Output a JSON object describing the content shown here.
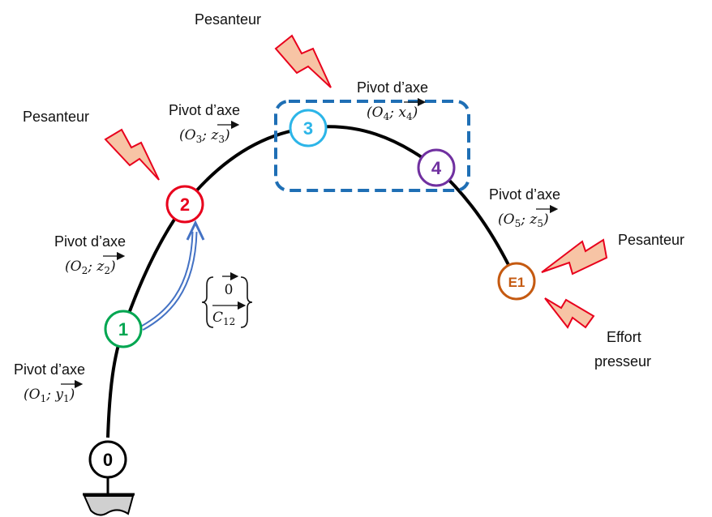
{
  "nodes": [
    {
      "id": "n0",
      "label": "0",
      "color": "#000000"
    },
    {
      "id": "n1",
      "label": "1",
      "color": "#00a651"
    },
    {
      "id": "n2",
      "label": "2",
      "color": "#e8001c"
    },
    {
      "id": "n3",
      "label": "3",
      "color": "#2cb5e8"
    },
    {
      "id": "n4",
      "label": "4",
      "color": "#7030a0"
    },
    {
      "id": "e1",
      "label": "E1",
      "color": "#c55a11"
    }
  ],
  "joints": {
    "j1": {
      "title": "Pivot d’axe",
      "point": "O",
      "sub": "1",
      "axis": "y",
      "axis_sub": "1"
    },
    "j2": {
      "title": "Pivot d’axe",
      "point": "O",
      "sub": "2",
      "axis": "z",
      "axis_sub": "2"
    },
    "j3": {
      "title": "Pivot d’axe",
      "point": "O",
      "sub": "3",
      "axis": "z",
      "axis_sub": "3"
    },
    "j4": {
      "title": "Pivot d’axe",
      "point": "O",
      "sub": "4",
      "axis": "x",
      "axis_sub": "4"
    },
    "j5": {
      "title": "Pivot d’axe",
      "point": "O",
      "sub": "5",
      "axis": "z",
      "axis_sub": "5"
    }
  },
  "loads": {
    "pesanteur_1": "Pesanteur",
    "pesanteur_2": "Pesanteur",
    "pesanteur_3": "Pesanteur",
    "effort_line1": "Effort",
    "effort_line2": "presseur"
  },
  "torsor": {
    "top": "0",
    "bottom_letter": "C",
    "bottom_sub": "12"
  },
  "colors": {
    "link": "#000000",
    "dashed_box": "#1f6fb5",
    "torsor_arrow": "#4472c4",
    "lightning_fill": "#f7c4a5",
    "lightning_stroke": "#e8001c",
    "ground_fill": "#d0d0d0"
  }
}
